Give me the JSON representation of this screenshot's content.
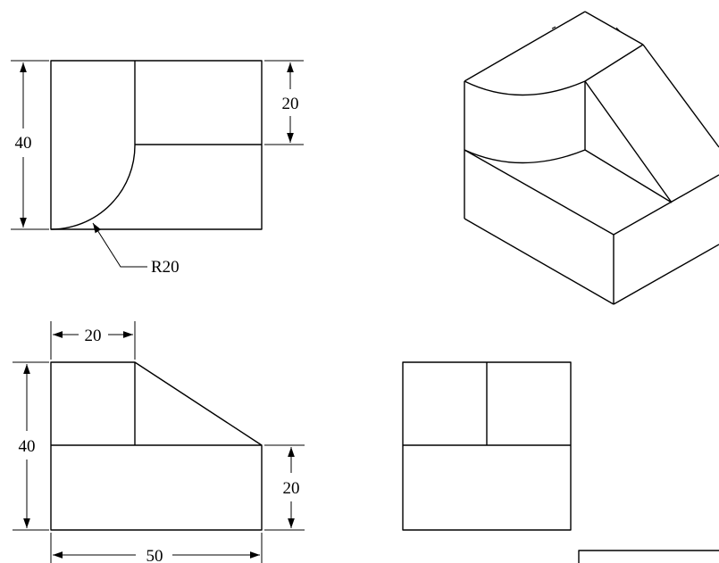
{
  "dimensions": {
    "top_height": "40",
    "top_right_height": "20",
    "radius": "R20",
    "front_top_width": "20",
    "front_height": "40",
    "front_right_height": "20",
    "front_width": "50"
  }
}
